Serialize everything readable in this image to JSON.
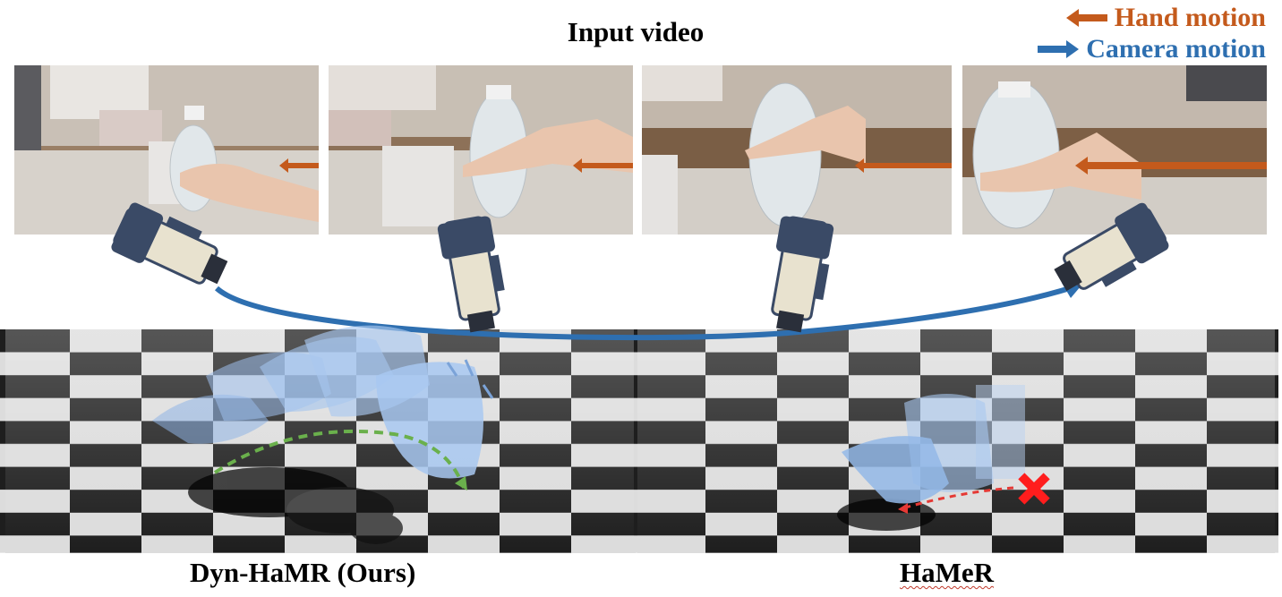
{
  "header": {
    "title": "Input video"
  },
  "legend": {
    "hand_label": "Hand motion",
    "camera_label": "Camera motion",
    "hand_color": "#c45a1c",
    "camera_color": "#2e6fb0"
  },
  "captions": {
    "ours": "Dyn-HaMR (Ours)",
    "baseline": "HaMeR"
  },
  "frames": [
    {
      "arrow": "hand-motion-arrow"
    },
    {
      "arrow": "hand-motion-arrow"
    },
    {
      "arrow": "hand-motion-arrow"
    },
    {
      "arrow": "hand-motion-arrow"
    }
  ],
  "icons": {
    "camera": "video-camera-icon",
    "error_marker": "red-x-icon",
    "trajectory_ours": "green-dashed-trajectory",
    "trajectory_baseline": "red-dashed-trajectory"
  }
}
